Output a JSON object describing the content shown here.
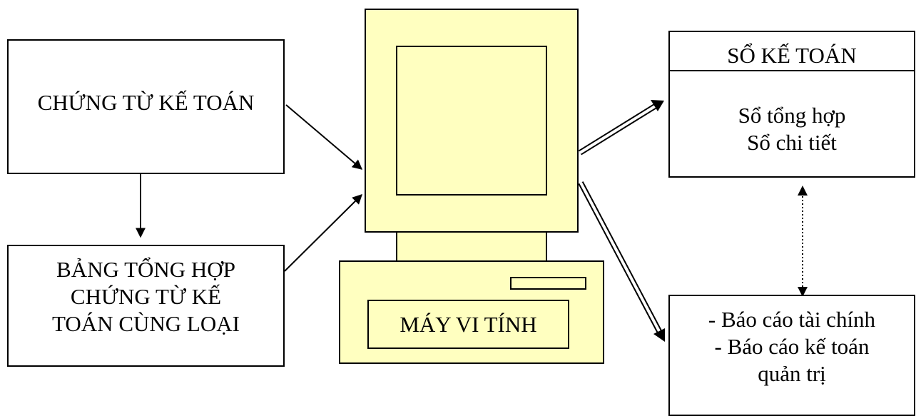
{
  "boxes": {
    "chung_tu": "CHỨNG TỪ KẾ TOÁN",
    "bang_tong_hop": "BẢNG TỔNG HỢP\nCHỨNG TỪ KẾ\nTOÁN CÙNG LOẠI",
    "so_ke_toan_title": "SỔ KẾ TOÁN",
    "so_ke_toan_body": "Sổ tổng hợp\nSổ chi tiết",
    "bao_cao": "- Báo cáo tài chính\n- Báo cáo kế toán\nquản trị"
  },
  "computer": {
    "label": "MÁY VI TÍNH",
    "fill": "#ffffc0",
    "stroke": "#000000"
  }
}
